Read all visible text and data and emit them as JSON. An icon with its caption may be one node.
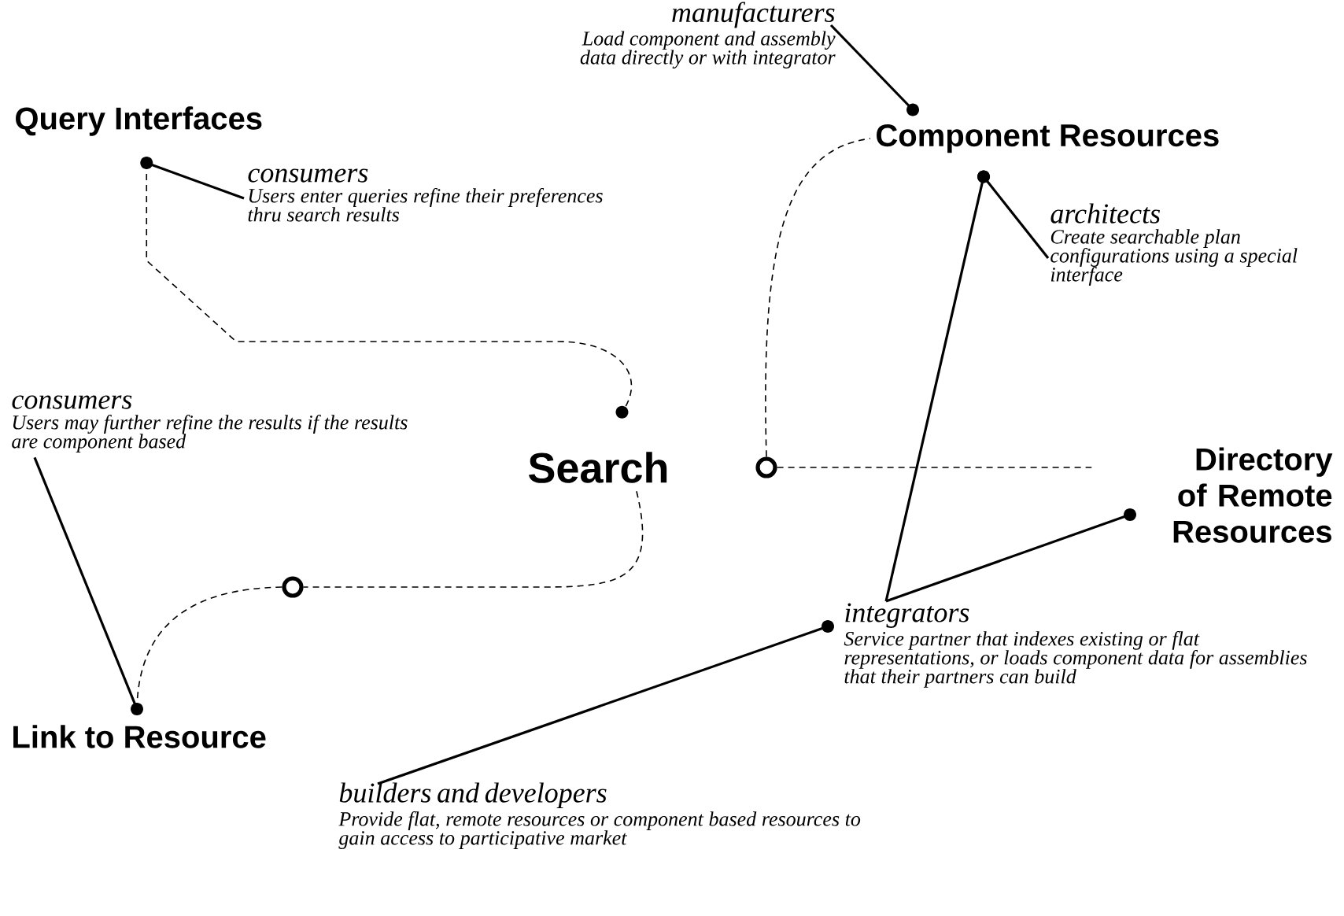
{
  "diagram": {
    "nodes": [
      {
        "text": [
          "Query Interfaces"
        ]
      },
      {
        "text": [
          "consumers",
          "Users enter queries refine their preferences thru search results"
        ]
      },
      {
        "text": [
          "manufacturers",
          "Load component and assembly data directly or with integrator"
        ]
      },
      {
        "text": [
          "Component Resources"
        ]
      },
      {
        "text": [
          "architects",
          "Create searchable plan configurations using a special interface"
        ]
      },
      {
        "text": [
          "Search"
        ]
      },
      {
        "text": [],
        "shape": "circle"
      },
      {
        "text": [
          "Directory of Remote Resources"
        ]
      },
      {
        "text": [
          "consumers",
          "Users may further refine the results if the results are component based"
        ]
      },
      {
        "text": [],
        "shape": "circle"
      },
      {
        "text": [
          "Link to Resource"
        ]
      },
      {
        "text": [
          "integrators",
          "Service partner that indexes existing or flat representations, or loads component data for assemblies that their partners can build"
        ]
      },
      {
        "text": [
          "builders and developers",
          "Provide flat, remote resources or component based resources to gain access to participative market"
        ]
      }
    ],
    "edges": [
      {
        "from": 1,
        "to": 0,
        "arrow": "other"
      },
      {
        "from": 0,
        "to": 5,
        "arrow": "other",
        "style": "dashed"
      },
      {
        "from": 2,
        "to": 3,
        "arrow": "other"
      },
      {
        "from": 4,
        "to": 3,
        "arrow": "other"
      },
      {
        "from": 6,
        "to": 3,
        "arrow": "none",
        "style": "dashed"
      },
      {
        "from": 6,
        "to": 7,
        "arrow": "none",
        "style": "dashed"
      },
      {
        "from": 5,
        "to": 9,
        "arrow": "none",
        "style": "dashed"
      },
      {
        "from": 9,
        "to": 10,
        "arrow": "none",
        "style": "dashed"
      },
      {
        "from": 8,
        "to": 10,
        "arrow": "other"
      },
      {
        "from": 11,
        "to": 3,
        "arrow": "other"
      },
      {
        "from": 11,
        "to": 7,
        "arrow": "other"
      },
      {
        "from": 12,
        "to": 11,
        "arrow": "other"
      }
    ]
  }
}
